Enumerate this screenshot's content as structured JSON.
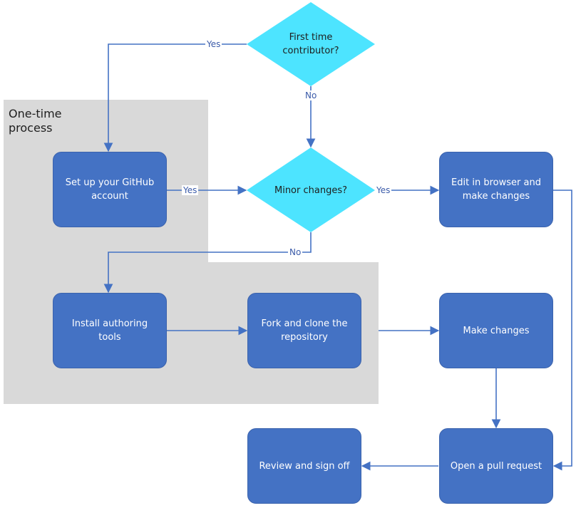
{
  "region": {
    "label": "One-time process"
  },
  "nodes": {
    "first_time": "First time contributor?",
    "minor_changes": "Minor changes?",
    "setup_account": "Set up your GitHub account",
    "edit_browser": "Edit in browser and make changes",
    "install_tools": "Install authoring tools",
    "fork_clone": "Fork and clone the repository",
    "make_changes": "Make changes",
    "open_pr": "Open a pull request",
    "review": "Review and sign off"
  },
  "edge_labels": {
    "first_yes": "Yes",
    "first_no": "No",
    "setup_yes": "Yes",
    "minor_yes": "Yes",
    "minor_no": "No"
  },
  "colors": {
    "box_fill": "#4472c4",
    "diamond_fill": "#4de4ff",
    "region_fill": "#d9d9d9",
    "connector": "#4472c4"
  }
}
